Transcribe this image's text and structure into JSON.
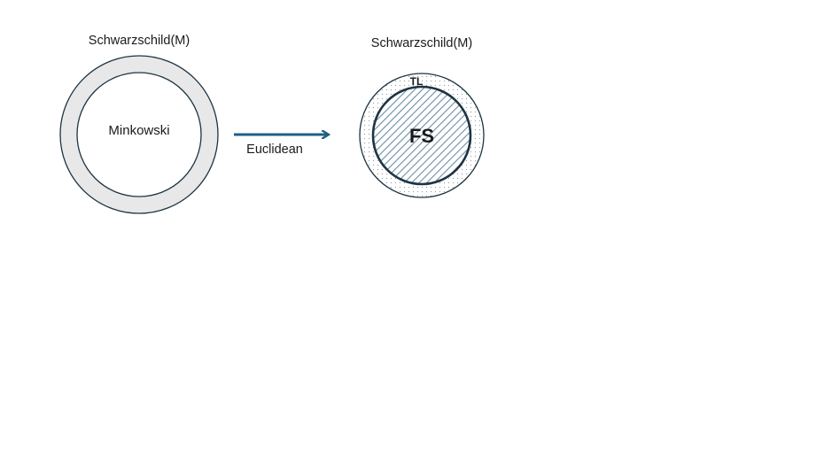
{
  "left_diagram": {
    "outer_label": "Schwarzschild(M)",
    "inner_label": "Minkowski"
  },
  "arrow": {
    "label": "Euclidean",
    "color": "#1f5f86"
  },
  "right_diagram": {
    "outer_label": "Schwarzschild(M)",
    "ring_label": "TL",
    "core_label": "FS"
  },
  "colors": {
    "ring_fill": "#e8e8e8",
    "outline": "#1e3442",
    "hatch": "#6b8ea3",
    "dots": "#8f9aa3"
  }
}
